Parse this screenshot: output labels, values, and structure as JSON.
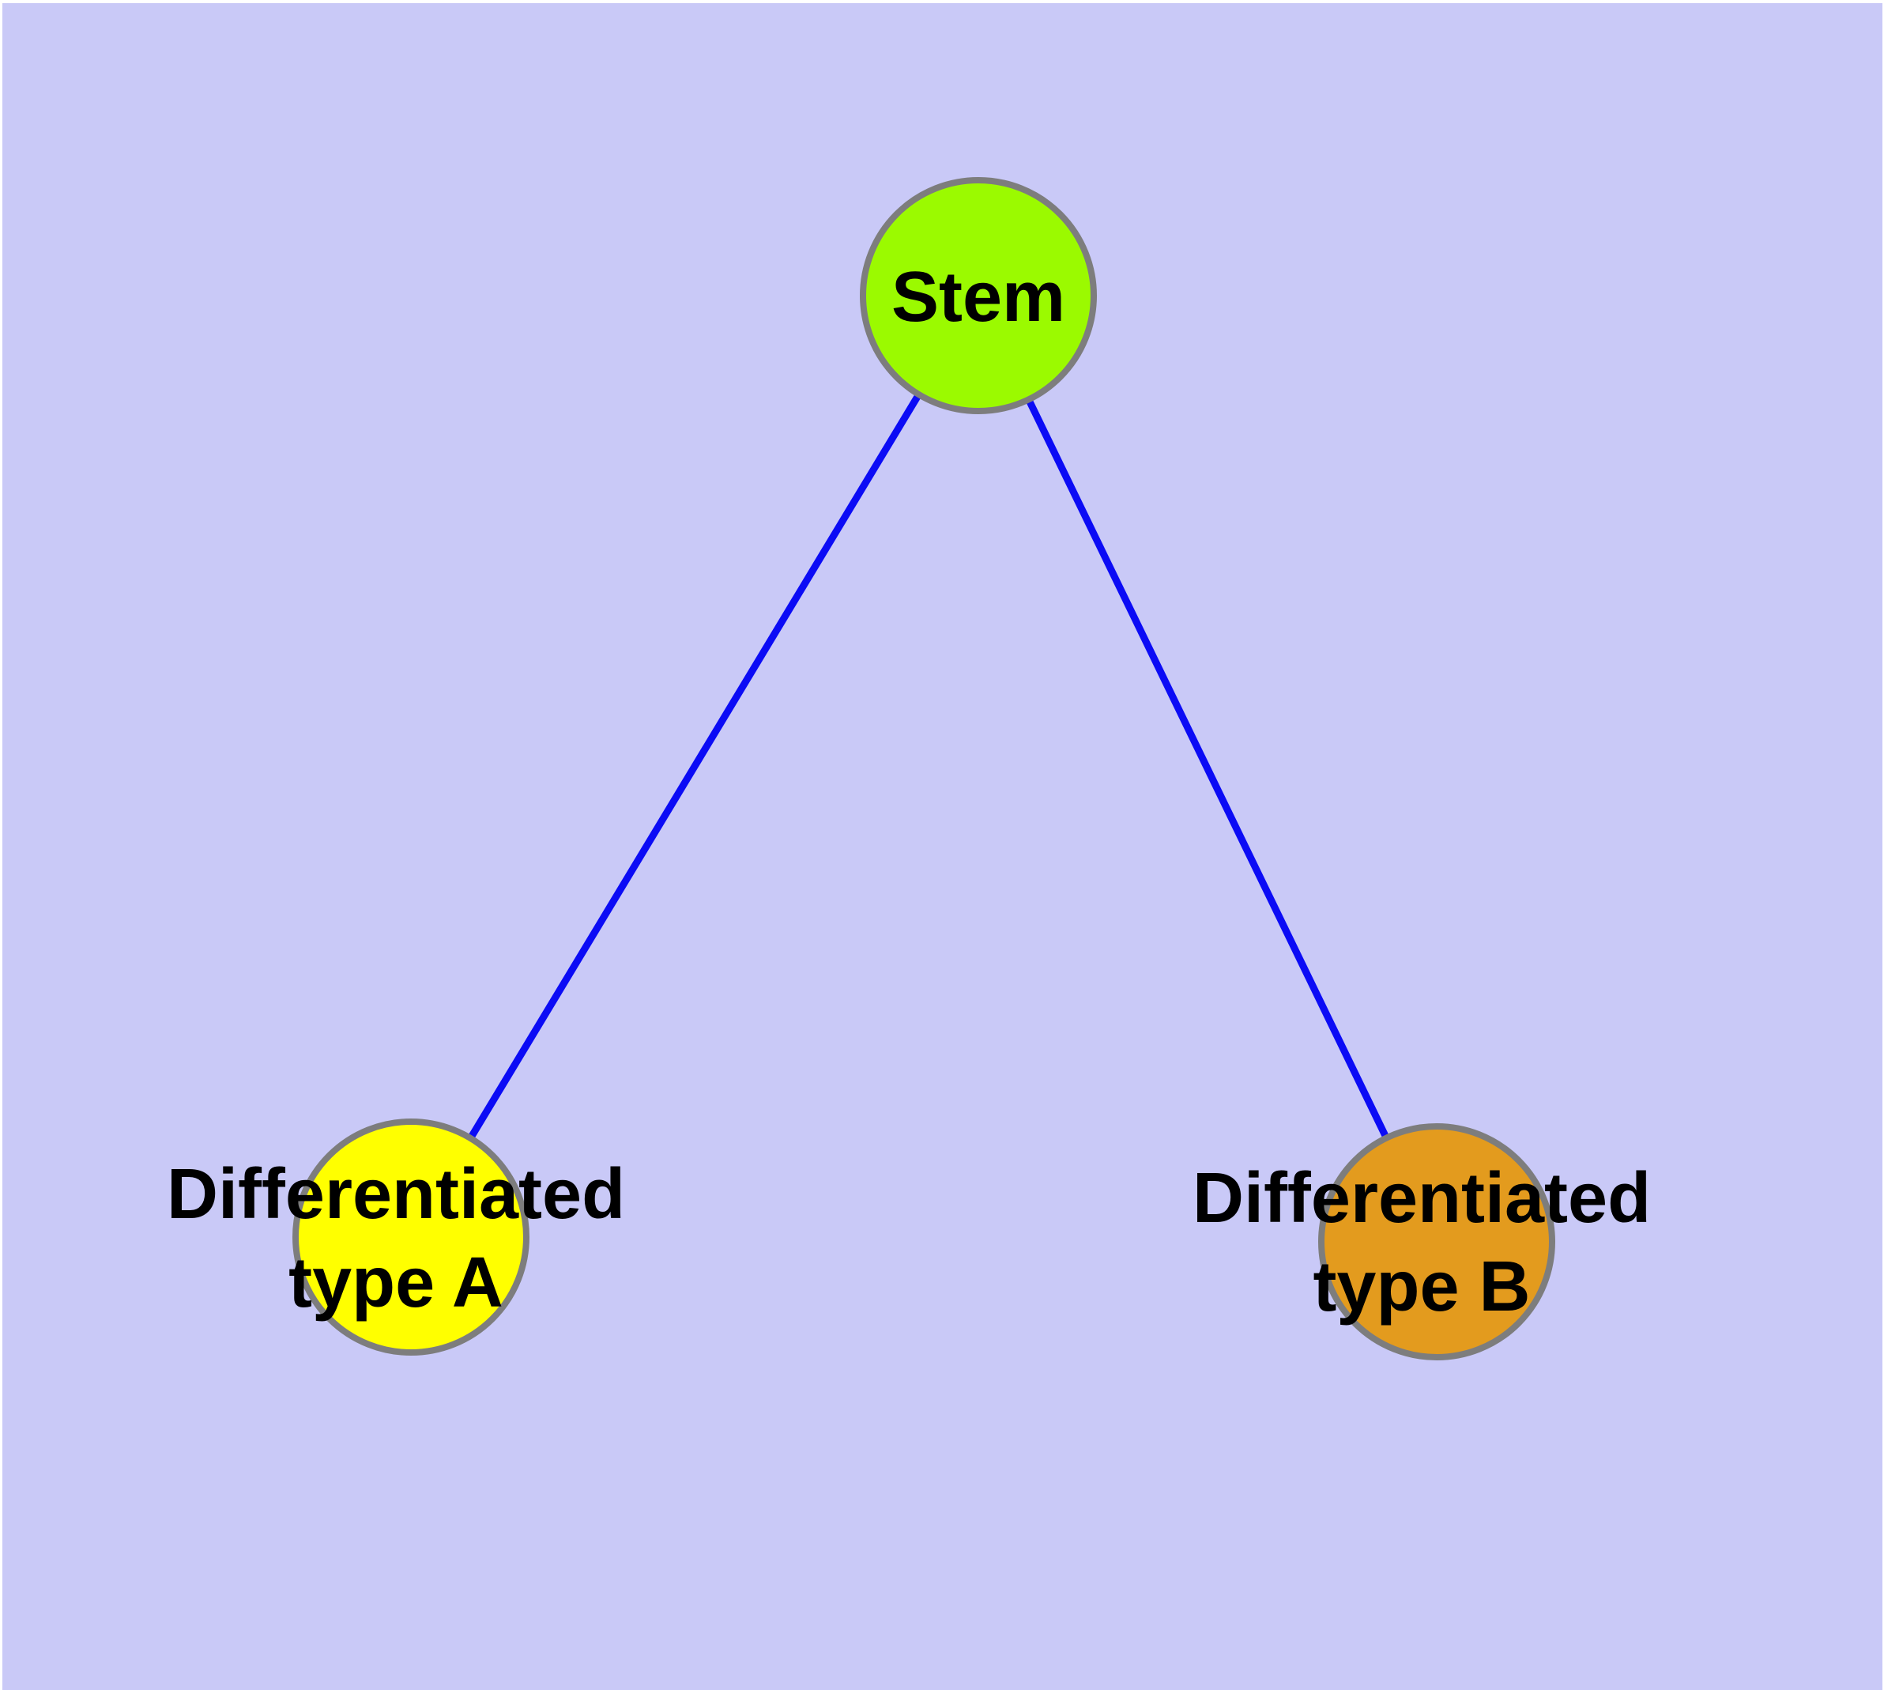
{
  "canvas": {
    "background_color": "#c9c9f7",
    "margin_color": "#ffffff"
  },
  "graph": {
    "node_border_color": "#7d7d7d",
    "label_color": "#000000",
    "edge_color": "#0b0bf5",
    "nodes": [
      {
        "id": "stem",
        "label": "Stem",
        "fill": "#9bfa00"
      },
      {
        "id": "typeA",
        "label": "Differentiated\ntype A",
        "fill": "#ffff00"
      },
      {
        "id": "typeB",
        "label": "Differentiated\ntype B",
        "fill": "#e39b1e"
      }
    ],
    "edges": [
      {
        "from": "stem",
        "to": "typeA",
        "color": "#0b0bf5"
      },
      {
        "from": "stem",
        "to": "typeB",
        "color": "#0b0bf5"
      }
    ]
  }
}
